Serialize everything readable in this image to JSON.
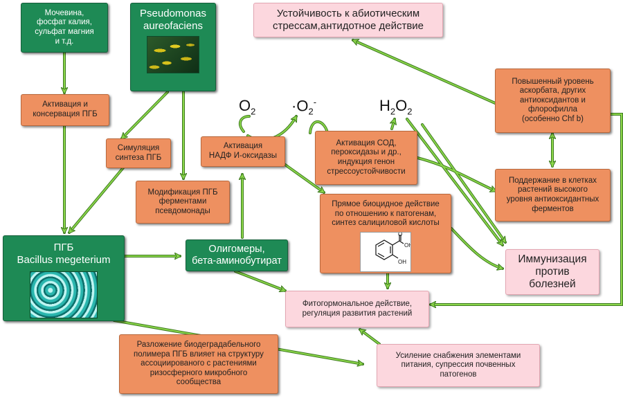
{
  "boxes": {
    "nutrients": {
      "lines": [
        "Мочевина,",
        "фосфат калия,",
        "сульфат магния",
        "и т.д."
      ]
    },
    "pseudomonas": {
      "lines": [
        "Pseudomonas",
        "aureofaciens"
      ]
    },
    "activation_pgb": {
      "lines": [
        "Активация и",
        "консервация ПГБ"
      ]
    },
    "simulation": {
      "lines": [
        "Симуляция",
        "синтеза ПГБ"
      ]
    },
    "modification": {
      "lines": [
        "Модификация ПГБ",
        "ферментами",
        "псевдомонады"
      ]
    },
    "pgb": {
      "lines": [
        "ПГБ",
        "Bacillus megeterium"
      ]
    },
    "oligomers": {
      "lines": [
        "Олигомеры,",
        "бета-аминобутират"
      ]
    },
    "nadph": {
      "lines": [
        "Активация",
        "НАДФ И-оксидазы"
      ]
    },
    "sod": {
      "lines": [
        "Активация СОД,",
        "пероксидазы и др.,",
        "индукция генон",
        "стрессоустойчивости"
      ]
    },
    "biocidal": {
      "lines": [
        "Прямое биоцидное действие",
        "по отношению к патогенам,",
        "синтез салициловой кислоты"
      ]
    },
    "stress": {
      "lines": [
        "Устойчивость к абиотическим",
        "стрессам,антидотное действие"
      ]
    },
    "ascorbate": {
      "lines": [
        "Повышенный уровень",
        "аскорбата, других",
        "антиоксидантов и",
        "флорофилла",
        "(особенно Chf b)"
      ]
    },
    "maintenance": {
      "lines": [
        "Поддержание в клетках",
        "растений высокого",
        "уровня антиоксидантных",
        "ферментов"
      ]
    },
    "immunization": {
      "lines": [
        "Иммунизация",
        "против",
        "болезней"
      ]
    },
    "phytohormone": {
      "lines": [
        "Фитогормональное действие,",
        "регуляция развития растений"
      ]
    },
    "degradation": {
      "lines": [
        "Разложение биодеградабельного",
        "полимера ПГБ влияет на структуру",
        "ассоциированого с растениями",
        "ризосферного микробного",
        "сообщества"
      ]
    },
    "nutrition": {
      "lines": [
        "Усиление снабжения элементами",
        "питания, супрессия почвенных",
        "патогенов"
      ]
    }
  },
  "chem": {
    "o2": {
      "base": "O",
      "sub": "2"
    },
    "superoxide": {
      "dot": "·",
      "base": "O",
      "sub": "2",
      "sup": "-"
    },
    "h2o2": {
      "a": "H",
      "sub1": "2",
      "b": "O",
      "sub2": "2"
    }
  },
  "molecule_labels": {
    "oh_top": "OH",
    "oh_bottom": "OH",
    "o": "O"
  },
  "colors": {
    "green": "#1e8a55",
    "orange": "#ee9060",
    "pink": "#fcd7de",
    "arrow": "#8bd64a",
    "arrow_outline": "#3d7a1f"
  }
}
